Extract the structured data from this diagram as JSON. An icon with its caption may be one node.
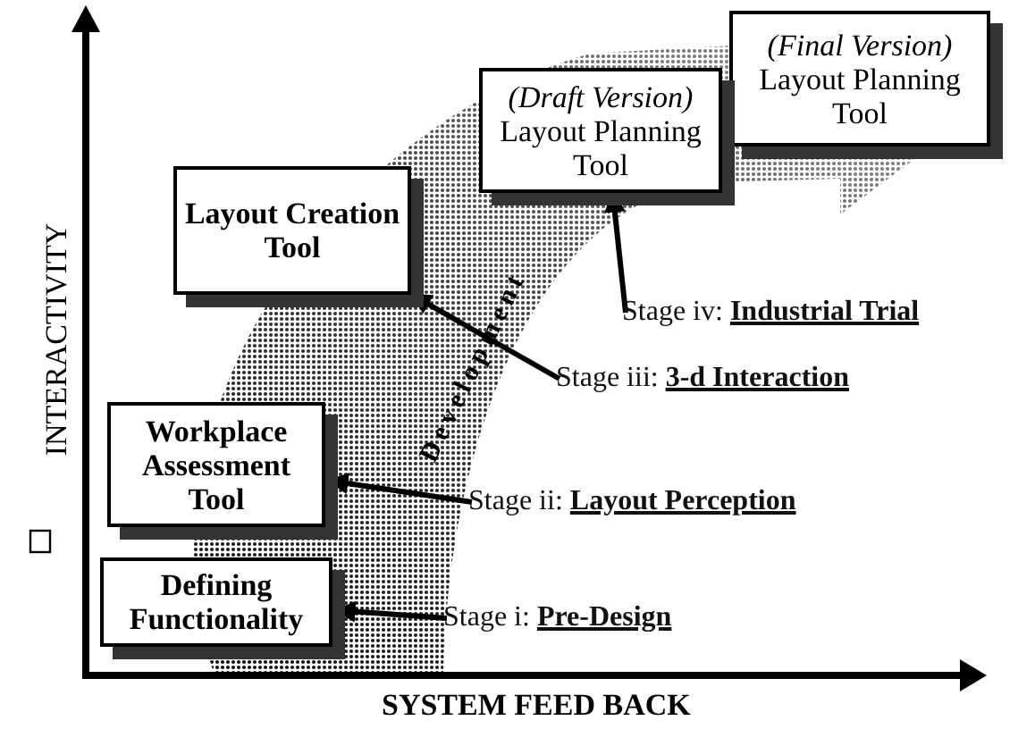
{
  "diagram": {
    "nodes": [
      {
        "text": [
          "(Final Version)",
          "Layout Planning Tool"
        ]
      },
      {
        "text": [
          "(Draft Version)",
          "Layout Planning Tool"
        ]
      },
      {
        "text": [
          "Layout Creation Tool"
        ]
      },
      {
        "text": [
          "Workplace Assessment Tool"
        ]
      },
      {
        "text": [
          "Defining Functionality"
        ]
      },
      {
        "text": [
          "Stage iv: **Industrial Trial**"
        ]
      },
      {
        "text": [
          "Stage iii: **3-d Interaction**"
        ]
      },
      {
        "text": [
          "Stage ii: **Layout Perception**"
        ]
      },
      {
        "text": [
          "Stage i: **Pre-Design**"
        ]
      }
    ],
    "edges": [
      {
        "from": 5,
        "to": 1,
        "arrow": "to"
      },
      {
        "from": 6,
        "to": 2,
        "arrow": "to"
      },
      {
        "from": 7,
        "to": 3,
        "arrow": "to"
      },
      {
        "from": 8,
        "to": 4,
        "arrow": "to"
      }
    ],
    "labels": [
      "INTERACTIVITY",
      "SYSTEM FEED BACK",
      "Development"
    ]
  }
}
